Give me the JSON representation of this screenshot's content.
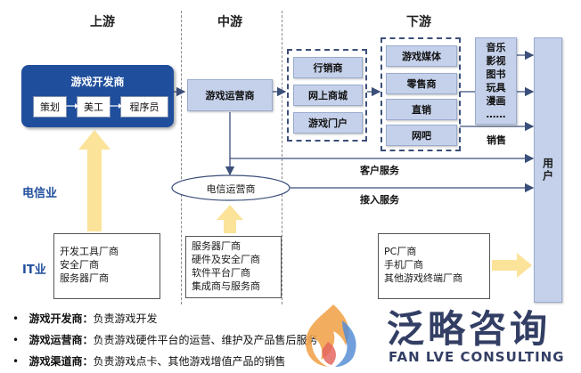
{
  "headers": {
    "upstream": "上游",
    "midstream": "中游",
    "downstream": "下游"
  },
  "side_labels": {
    "telecom": "电信业",
    "it": "IT业"
  },
  "developer": {
    "title": "游戏开发商",
    "roles": [
      "策划",
      "美工",
      "程序员"
    ]
  },
  "operator": "游戏运营商",
  "channels": [
    "行销商",
    "网上商城",
    "游戏门户"
  ],
  "downstream_outlets": [
    "游戏媒体",
    "零售商",
    "直销",
    "网吧"
  ],
  "other_products": [
    "音乐",
    "影视",
    "图书",
    "玩具",
    "漫画",
    "……"
  ],
  "user": "用户",
  "telecom_operator": "电信运营商",
  "flow_labels": {
    "sales": "销售",
    "customer_service": "客户服务",
    "access_service": "接入服务"
  },
  "it_suppliers": {
    "upstream": [
      "开发工具厂商",
      "安全厂商",
      "服务器厂商"
    ],
    "midstream": [
      "服务器厂商",
      "硬件及安全厂商",
      "软件平台厂商",
      "集成商与服务商"
    ],
    "downstream": [
      "PC厂商",
      "手机厂商",
      "其他游戏终端厂商"
    ]
  },
  "bullets": [
    {
      "term": "游戏开发商：",
      "desc": "负责游戏开发"
    },
    {
      "term": "游戏运营商：",
      "desc": "负责游戏硬件平台的运营、维护及产品售后服务"
    },
    {
      "term": "游戏渠道商：",
      "desc": "负责游戏点卡、其他游戏增值产品的销售"
    }
  ],
  "watermark": {
    "cn": "泛略咨询",
    "en": "FAN LVE CONSULTING"
  },
  "colors": {
    "dark_blue": "#1f4e9c",
    "light_blue": "#c5d1ea",
    "arrow_yellow": "#fbe39a"
  }
}
